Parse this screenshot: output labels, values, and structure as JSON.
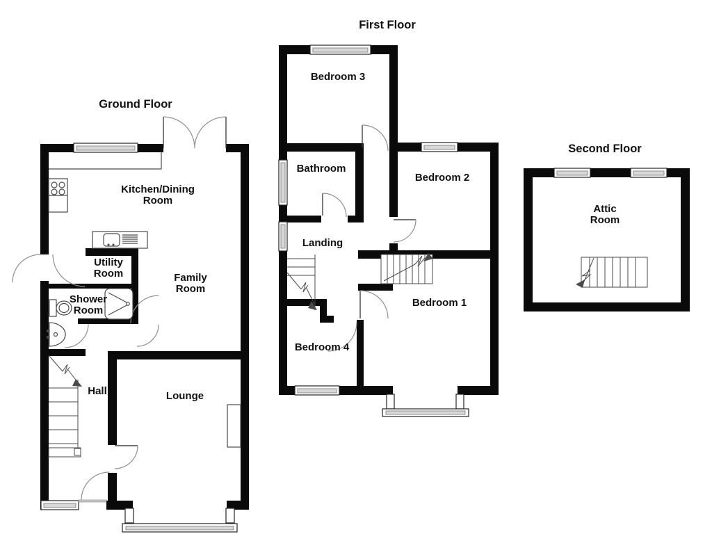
{
  "ground_floor": {
    "title": "Ground Floor",
    "kitchen_line1": "Kitchen/Dining",
    "kitchen_line2": "Room",
    "utility_line1": "Utility",
    "utility_line2": "Room",
    "shower_line1": "Shower",
    "shower_line2": "Room",
    "family_line1": "Family",
    "family_line2": "Room",
    "hall": "Hall",
    "lounge": "Lounge"
  },
  "first_floor": {
    "title": "First Floor",
    "bedroom3": "Bedroom 3",
    "bathroom": "Bathroom",
    "bedroom2": "Bedroom 2",
    "landing": "Landing",
    "bedroom1": "Bedroom 1",
    "bedroom4": "Bedroom 4"
  },
  "second_floor": {
    "title": "Second Floor",
    "attic_line1": "Attic",
    "attic_line2": "Room"
  },
  "colors": {
    "wall": "#0a0a0a",
    "door_arc": "#8f8f8f",
    "fixture_line": "#4a4a4a",
    "window_band": "#d8d8d8",
    "background": "#ffffff",
    "text": "#111111"
  }
}
